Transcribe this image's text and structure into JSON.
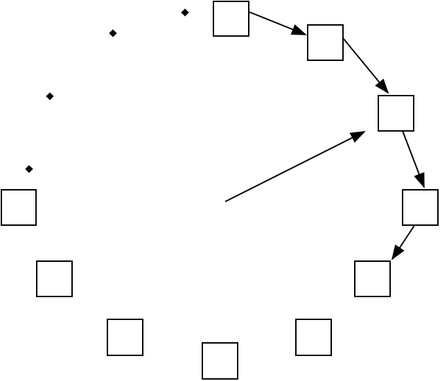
{
  "diagram": {
    "boxes": [
      {
        "id": "box-top"
      },
      {
        "id": "box-upper-right-1"
      },
      {
        "id": "box-upper-right-2"
      },
      {
        "id": "box-right"
      },
      {
        "id": "box-lower-right-1"
      },
      {
        "id": "box-lower-right-2"
      },
      {
        "id": "box-bottom"
      },
      {
        "id": "box-lower-left-2"
      },
      {
        "id": "box-lower-left-1"
      },
      {
        "id": "box-left"
      }
    ],
    "edges": [
      {
        "from": "box-top",
        "to": "box-upper-right-1"
      },
      {
        "from": "box-upper-right-1",
        "to": "box-upper-right-2"
      },
      {
        "from": "box-upper-right-2",
        "to": "box-right"
      },
      {
        "from": "box-right",
        "to": "box-lower-right-1"
      }
    ],
    "pointer": {
      "from": "center",
      "to": "box-upper-right-2"
    },
    "ellipsis_dot_count": 4,
    "colors": {
      "stroke": "#000000",
      "fill": "#ffffff",
      "background": "#ffffff"
    }
  }
}
